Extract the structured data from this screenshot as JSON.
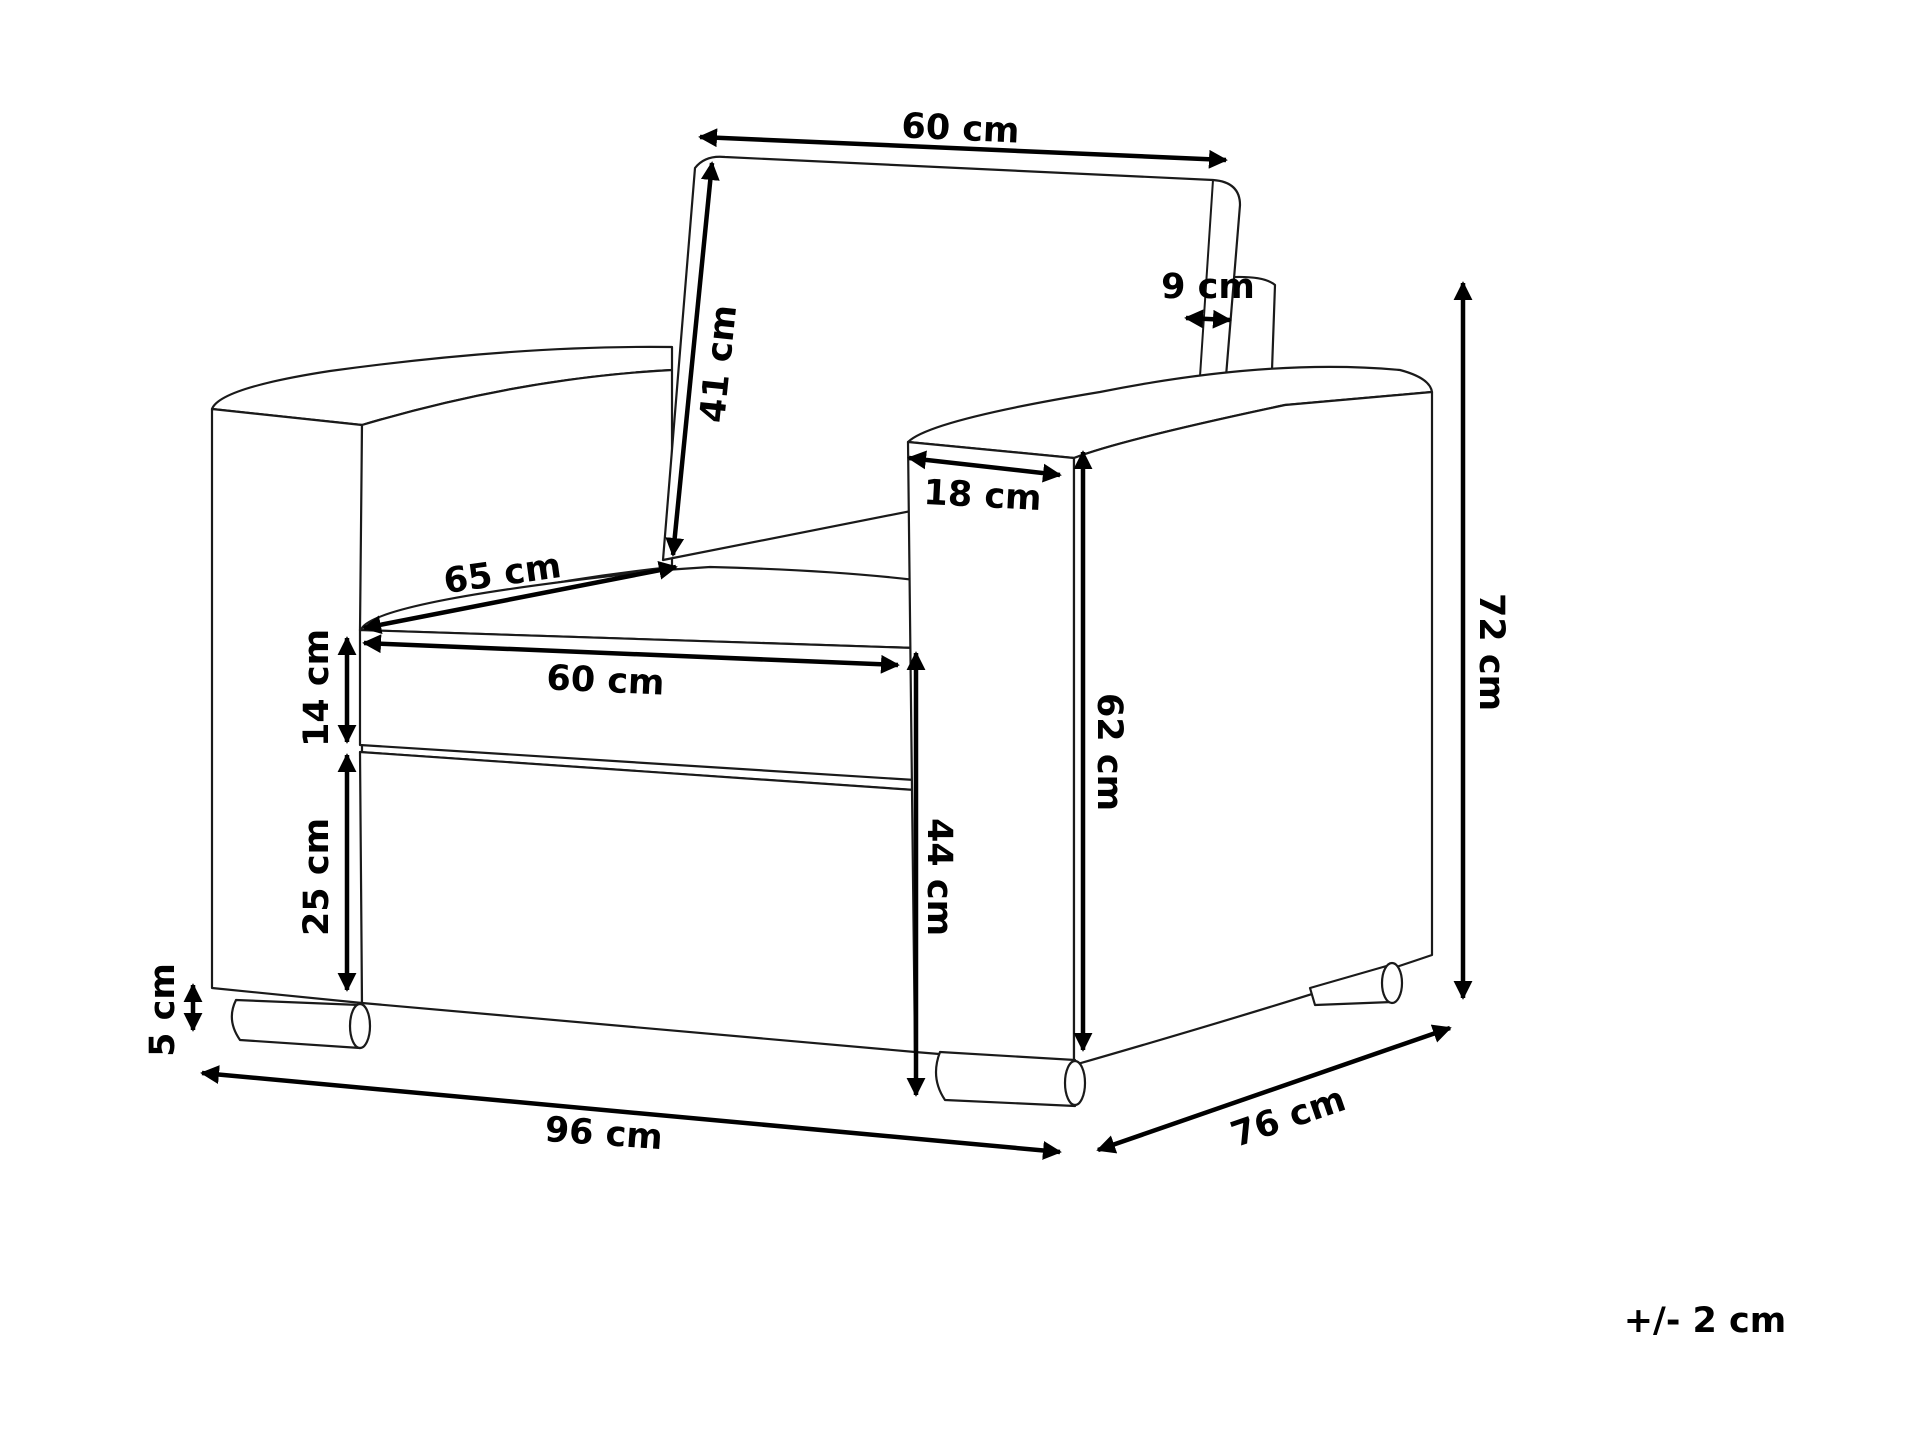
{
  "diagram": {
    "tolerance": "+/- 2 cm",
    "dimensions": {
      "backrest_width": "60 cm",
      "backrest_height": "41 cm",
      "backrest_depth": "9 cm",
      "armrest_width": "18 cm",
      "seat_depth": "65 cm",
      "seat_width": "60 cm",
      "cushion_height": "14 cm",
      "base_height": "25 cm",
      "seat_height": "44 cm",
      "armrest_height": "62 cm",
      "total_height": "72 cm",
      "leg_height": "5 cm",
      "total_width": "96 cm",
      "total_depth": "76 cm"
    },
    "colors": {
      "line": "#1a1a1a",
      "arrow": "#000000",
      "background": "#ffffff"
    }
  }
}
